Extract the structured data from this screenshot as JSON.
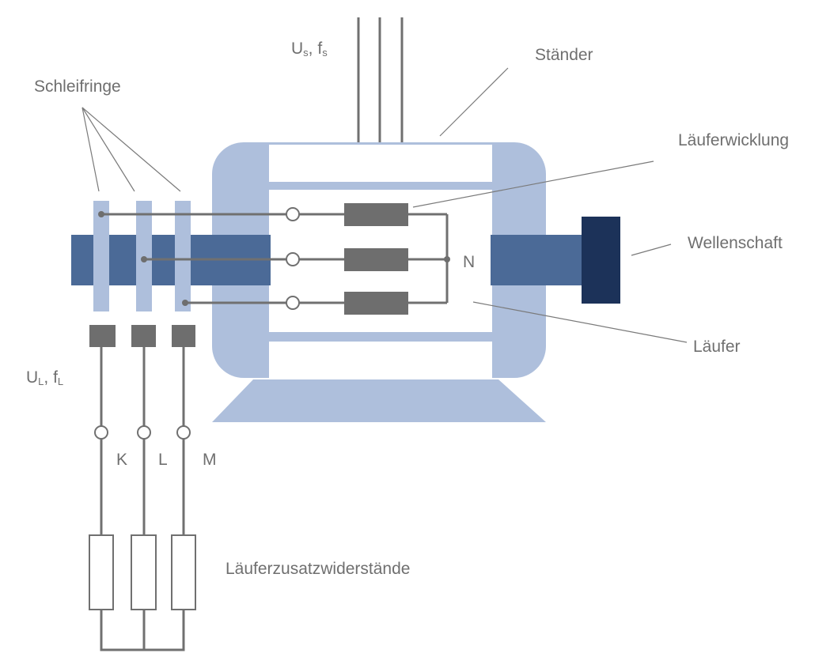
{
  "labels": {
    "stator_voltage": "U",
    "stator_voltage_sub": "s",
    "stator_freq": "f",
    "stator_freq_sub": "s",
    "stator": "Ständer",
    "slip_rings": "Schleifringe",
    "rotor_winding": "Läuferwicklung",
    "shaft": "Wellenschaft",
    "rotor": "Läufer",
    "neutral": "N",
    "rotor_voltage": "U",
    "rotor_voltage_sub": "L",
    "rotor_freq": "f",
    "rotor_freq_sub": "L",
    "terminal_k": "K",
    "terminal_l": "L",
    "terminal_m": "M",
    "resistors": "Läuferzusatzwiderstände"
  },
  "separator": ", ",
  "colors": {
    "housing": "#aebfdc",
    "shaft": "#4b6a97",
    "shaft_end": "#1c3259",
    "wire": "#707070",
    "text": "#6f6f6f"
  }
}
